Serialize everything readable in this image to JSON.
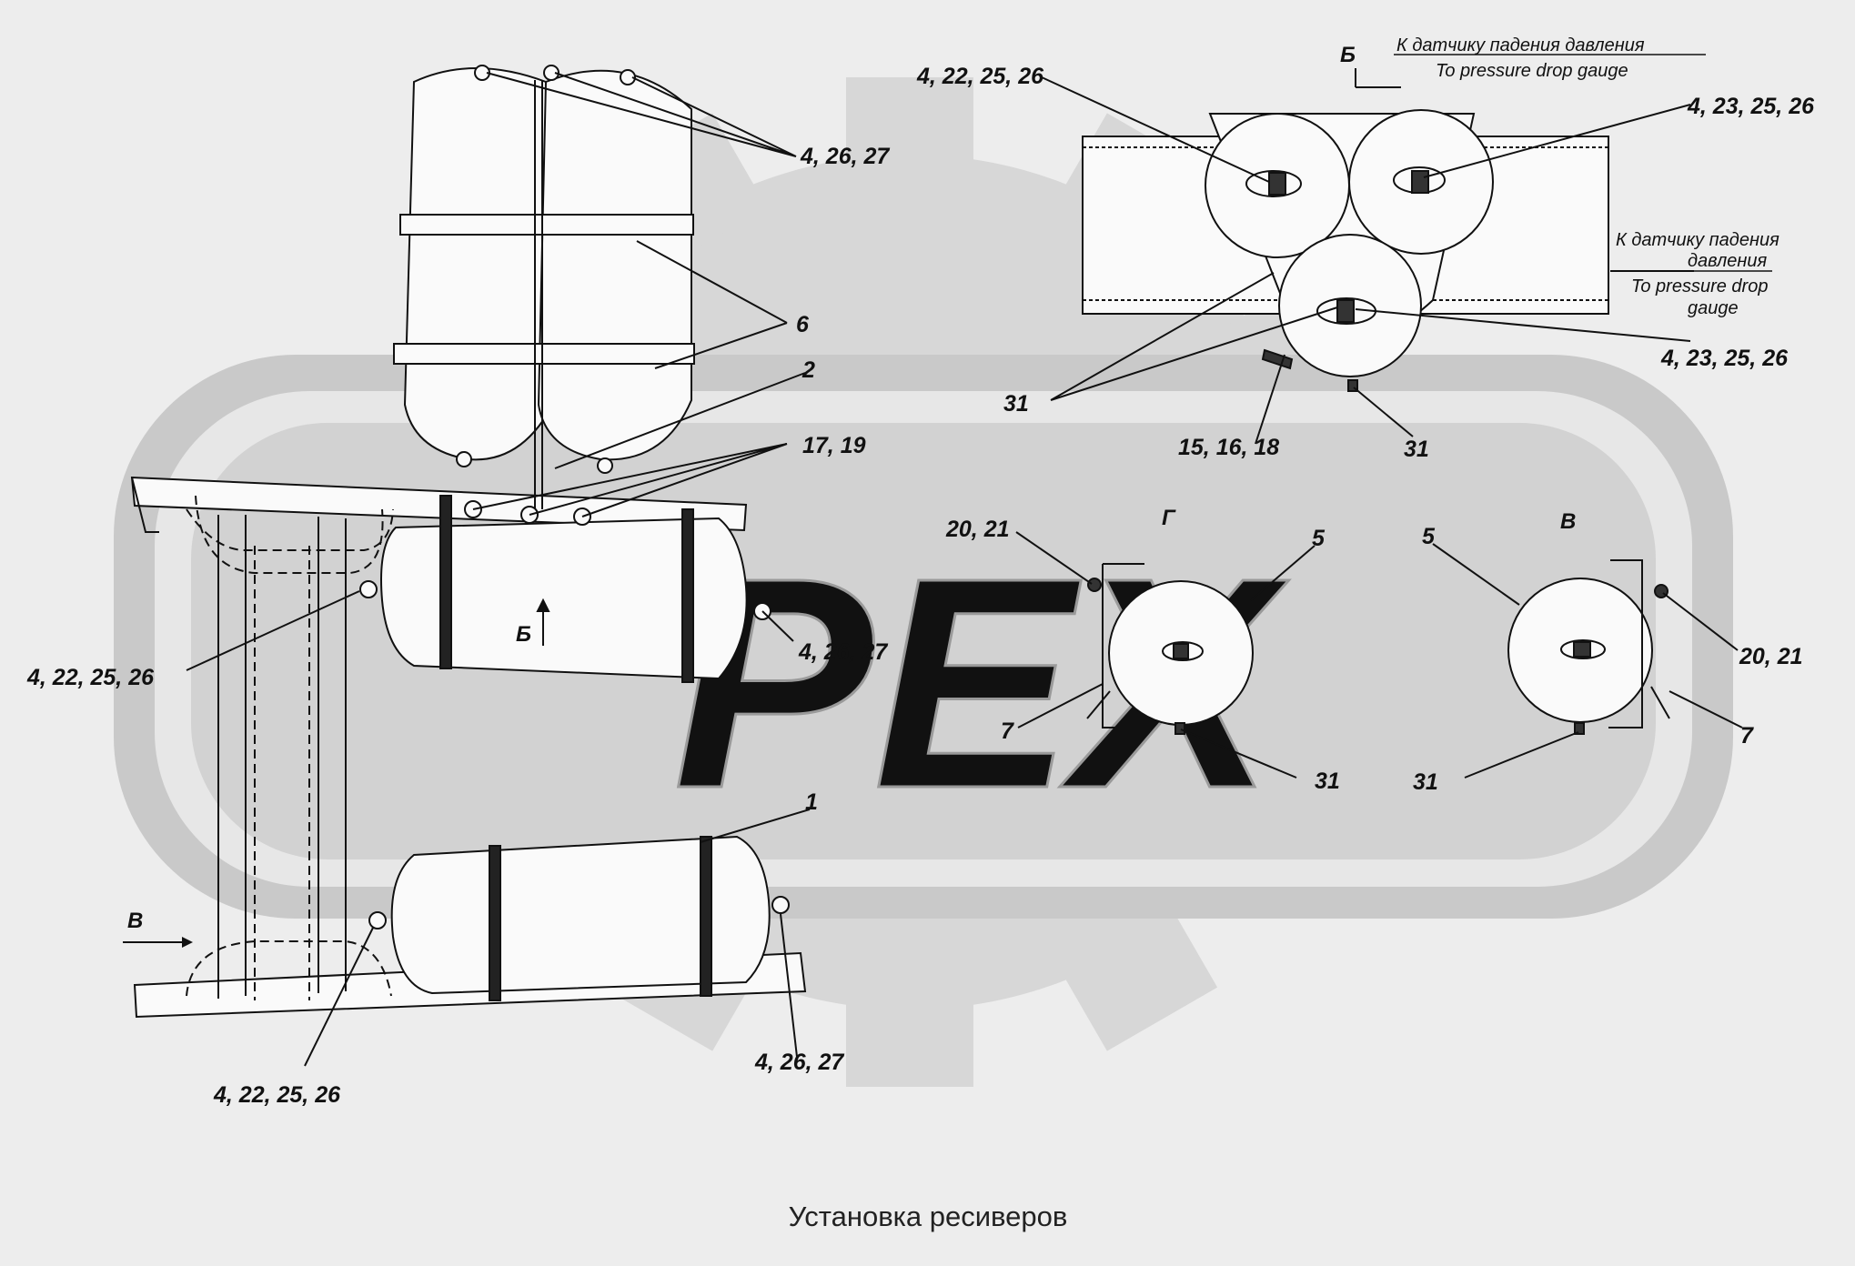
{
  "caption": "Установка ресиверов",
  "watermark": {
    "text": "PEX"
  },
  "views": {
    "b": "Б",
    "g": "Г",
    "v": "В",
    "b_arrow": "Б",
    "v_arrow": "В"
  },
  "notes": {
    "gauge_top_ru": "К датчику падения давления",
    "gauge_top_en": "To pressure drop gauge",
    "gauge_right_ru_1": "К датчику падения",
    "gauge_right_ru_2": "давления",
    "gauge_right_en_1": "To pressure drop",
    "gauge_right_en_2": "gauge"
  },
  "callouts": {
    "c_4_26_27_top": "4, 26, 27",
    "c_6": "6",
    "c_2": "2",
    "c_17_19": "17, 19",
    "c_4_22_25_26_mid": "4, 22, 25, 26",
    "c_4_26_27_mid": "4, 26, 27",
    "c_1": "1",
    "c_4_22_25_26_bottom": "4, 22, 25, 26",
    "c_4_26_27_bottom": "4, 26, 27",
    "b_4_22_25_26": "4, 22, 25, 26",
    "b_4_23_25_26_top": "4, 23, 25, 26",
    "b_4_23_25_26_mid": "4, 23, 25, 26",
    "b_31_left": "31",
    "b_15_16_18": "15, 16, 18",
    "b_31_bottom": "31",
    "g_20_21": "20, 21",
    "g_5": "5",
    "g_7": "7",
    "g_31": "31",
    "v_5": "5",
    "v_20_21": "20, 21",
    "v_7": "7",
    "v_31": "31"
  }
}
